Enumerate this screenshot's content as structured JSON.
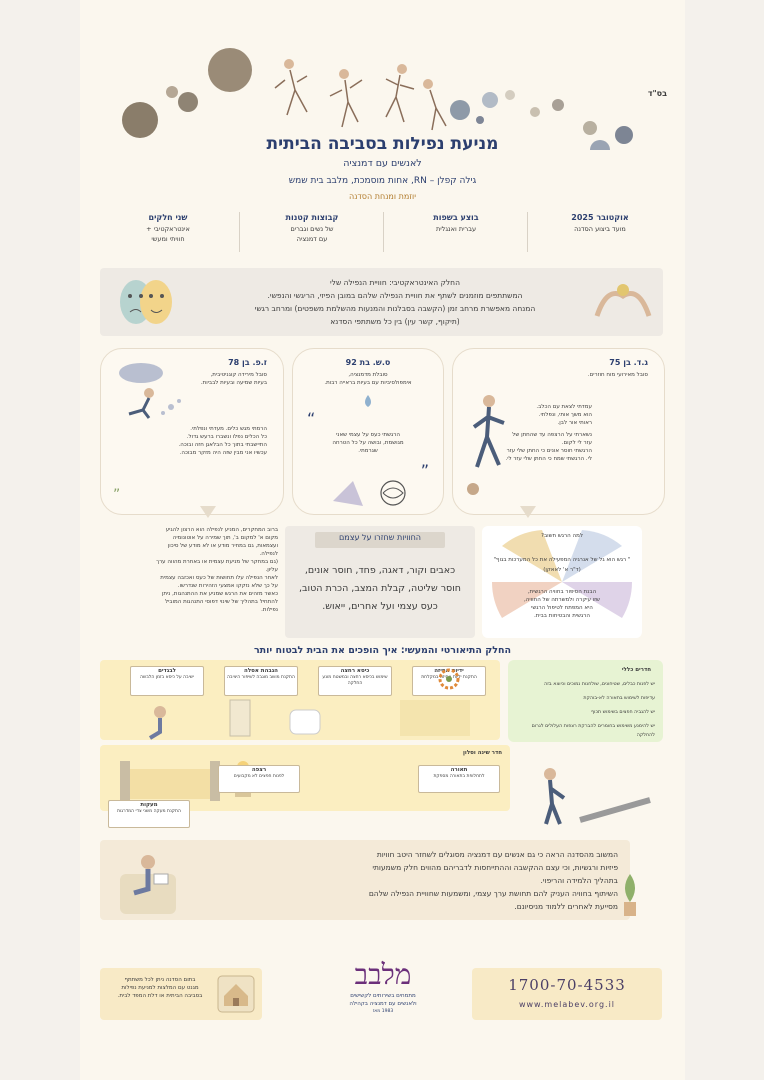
{
  "bsd": "בס\"ד",
  "title": "מניעת נפילות בסביבה הביתית",
  "subtitle": "לאנשים עם דמנציה",
  "author": "גילה קפלן – RN, אחות מוסמכת, מלבב בית שמש",
  "author_role": "יוזמת ומנחת הסדנה",
  "info": [
    {
      "head": "אוקטובר 2025",
      "l1": "מועד ביצוע הסדנה",
      "l2": ""
    },
    {
      "head": "בוצע בשפות",
      "l1": "עברית ואנגלית",
      "l2": ""
    },
    {
      "head": "קבוצות קטנות",
      "l1": "של נשים וגברים",
      "l2": "עם דמנציה"
    },
    {
      "head": "שני חלקים",
      "l1": "אינטראקטיבי +",
      "l2": "חוויתי ומעשי"
    }
  ],
  "interactive": {
    "l1": "החלק האינטראקטיבי: חוויית הנפילה שלי",
    "l2": "המשתתפים מוזמנים לשתף את חוויית הנפילה שלהם במובן הפיזי, הריגשי והנפשי.",
    "l3": "המנחה מאפשרת מרחב זמן (הקשבה בסבלנות והמנעות מהשלמת משפטים) ומרחב רגשי",
    "l4": "(תיקוף, קשר עין) בין כל משתתפי הסדנא"
  },
  "stories": [
    {
      "name": "ג.ד. בן 75",
      "desc": "סובל מאירועי מוח חוזרים.",
      "q1": "עמדתי לצאת עם הכלב.",
      "q2": "הוא משך אותי, ונפלתי.",
      "q3": "ראותי אור לבן.",
      "q4": "נשארתי על הרצפה עד שהחתן של",
      "q5": "עזר לי לקום.",
      "q6": "הרגשתי חוסר אונים כי החתן שלי עזר",
      "q7": "לי. הרגשתי שמח כי החתן שלי עזר לי."
    },
    {
      "name": "ס.ש. בת 92",
      "desc1": "סובלת מדמנציה,",
      "desc2": "אימפולסיביות עם בעיות בראייה רבות.",
      "q1": "הרגשתי כעס על עצמי שאני",
      "q2": "מגושמת, ובושה על כל הטרחה",
      "q3": "שגרמתי."
    },
    {
      "name": "ז.פ. בן 78",
      "desc1": "סובל מירידה קוגניטיבית,",
      "desc2": "בעיות שמיעה ובעיות לבביות.",
      "q1": "הרמתי מגש כלים. מעדתי ונפלתי.",
      "q2": "כל הכלים נפלו ונשברו ברעש גדול.",
      "q3": "התיישבתי בתוך כל הבלאגן חזה ובוכה.",
      "q4": "עכשיו אני מבין שזה היה מזקר מבוכה."
    }
  ],
  "emotions": {
    "title": "החוויות שחזרו על עצמם",
    "l1": "כאבים וקור, דאגה, פחד, חוסר אונים,",
    "l2": "חוסר שליטה, קבלת המצב, הכרת הטוב,",
    "l3": "כעס עצמי ועל אחרים, ייאוש."
  },
  "why": {
    "head": "למה הרגש חשוב?",
    "quote": "\" רגש הוא גל של אנרגיה המפעילה את כל המערכות בגוף\"",
    "cite": "(ד\"ר א' לאאקן)",
    "b1": "הבנת הסיפור בחוויה הרגשית,",
    "b2": "שזו עיקרה ולמשרתה של החוויה,",
    "b3": "היא המפתח לטיפול הרגשי",
    "b4": "הרגשהתנהגות",
    "b5": "הרגשית והבטיחות בבית."
  },
  "general": {
    "l1": "ברוב המחקרים, המניע לנפילה הוא הרצון להגיע",
    "l2": "מקום א' למקום ב', תוך שמירה על אוטונומיה",
    "l3": "ועצמאות, גם במחיר מודע או לא מודע של סיכון",
    "l4": "לנפילה.",
    "l5": "(גם במחקר של מניעת עצמית או באחרת מהווה ערך",
    "l6": "עליון.",
    "l7": "לאחר הנפילה עלו תחושות של כעס ואכזבה עצמית",
    "l8": "על כך שלא נזקקו אמצעי הזהירות שנדרשו.",
    "l9": "כאשר מזהים את הרגש שמניע את ההתנהגות, ניתן",
    "l10": "להתחיל בתהליך של שינוי דפוסי התנהגות המוביל",
    "l11": "נפילות."
  },
  "practical_title": "החלק התיאורטי והמעשי: איך הופכים את הבית לבטוח יותר",
  "rooms": [
    {
      "head": "ידיות אחיזה",
      "sub": "התקנת ידיות אחיזה במקלחת"
    },
    {
      "head": "כיסא רחצה",
      "sub": "שימוש בכיסא רחצה ובמשטח מונע החלקה"
    },
    {
      "head": "הגבהת אסלה",
      "sub": "התקנת מושב מוגבה לשיפור היציבה"
    },
    {
      "head": "לבגדים",
      "sub": "ישיבה על כיסא בזמן הלבשה"
    }
  ],
  "general_rooms": {
    "head": "חדרים כללי",
    "items": [
      "יש לפנות כבלים, שטיחונים, שולחנות נמוכים וכיוצא בזה",
      "עדיפות לשימוש בתאורה לא-בוהקת",
      "יש להגביה חפצים בשימוש תכוף",
      "יש להימנע משימוש בחומרים להברקת רצפות העלולים לגרום להחלקה"
    ]
  },
  "bedroom": {
    "title": "חדר שינה וסלון",
    "lighting_head": "תאורה",
    "lighting_sub": "לתחלופת בתאורה מספקת",
    "floor_head": "רצפה",
    "floor_sub": "לפנות חפצים לא מקבועים",
    "shoes_head": "מעקות",
    "shoes_sub": "התקנת מעקה משני צדי המדרגות"
  },
  "closing": {
    "l1": "המשוב מהסדנה הראה כי גם אנשים עם דמנציה מסוגלים לשחזר היטב חוויות",
    "l2": "פיזיות ורגשיות, וכי עצם ההקשבה וההתייחסות לדבריהם מהווים חלק משמעותי",
    "l3": "בתהליך הלמידה והריפוי.",
    "l4": "השיתוף בחוויה העניק להם תחושת ערך עצמי, ומשמעות שחוויית הנפילה שלהם",
    "l5": "מסייעת לאחרים ללמוד מניסיונם."
  },
  "footer": {
    "note1": "בתום הסדנה ניתן לכל משתתף",
    "note2": "מגנט עם המלצות למניעת נפילות",
    "note3": "בסביבה הביתית או דלת המפד לבית.",
    "logo": "מלבב",
    "logo_sub1": "מתמחים בשירותים לקשישים",
    "logo_sub2": "ולאנשים עם דמנציה בקהילה",
    "logo_est": "1983 מאז",
    "phone": "1700-70-4533",
    "site": "www.melabev.org.il"
  },
  "colors": {
    "navy": "#2c3f6f",
    "green": "#e7f3d3",
    "yellow": "#fbeec1",
    "cream": "#fdf9f1",
    "purple": "#6b2f7a"
  }
}
